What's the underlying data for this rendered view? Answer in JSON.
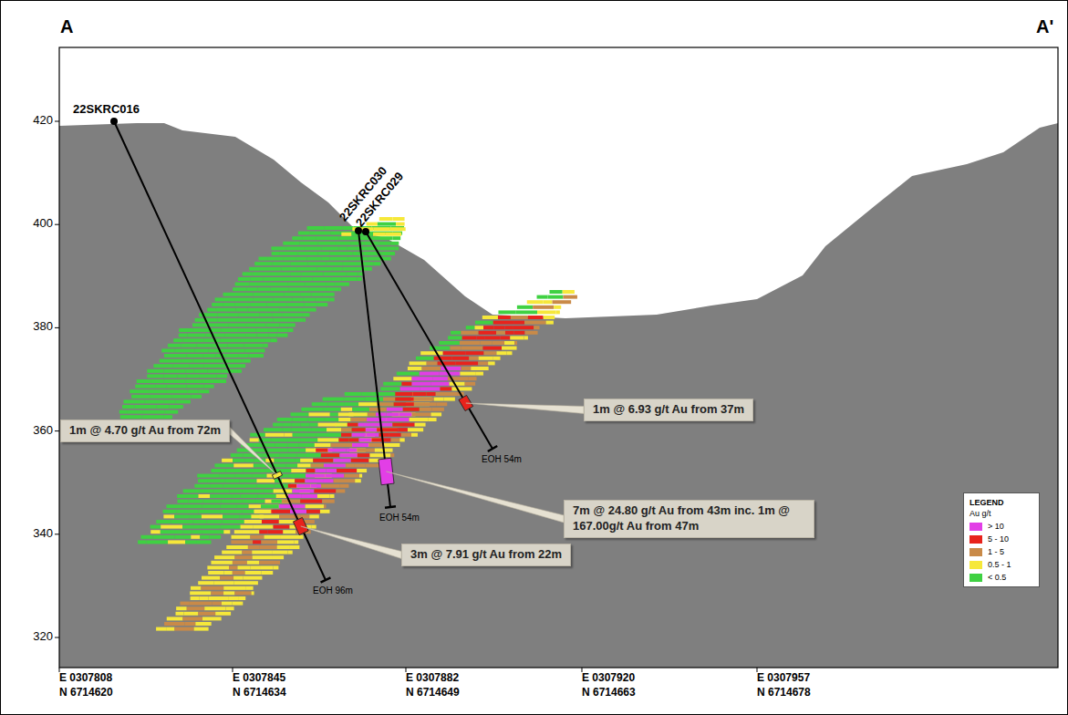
{
  "diagram": {
    "nodes": [
      {
        "text": [
          "1m @ 6.93 g/t Au from 37m"
        ]
      },
      {
        "text": [
          "1m @ 4.70 g/t Au from 72m"
        ]
      },
      {
        "text": [
          "7m @ 24.80 g/t Au from 43m inc. 1m @ 167.00g/t Au from 47m"
        ]
      },
      {
        "text": [
          "3m @ 7.91 g/t Au from 22m"
        ]
      }
    ],
    "labels": [
      "A",
      "A'",
      "420",
      "400",
      "380",
      "360",
      "340",
      "320",
      "E 0307808",
      "N 6714620",
      "E 0307845",
      "N 6714634",
      "E 0307882",
      "N 6714649",
      "E 0307920",
      "N 6714663",
      "E 0307957",
      "N 6714678",
      "22SKRC016",
      "22SKRC030",
      "22SKRC029",
      "EOH 96m",
      "EOH 54m",
      "EOH 54m",
      "LEGEND",
      "Au g/t"
    ],
    "legend": [
      {
        "text": "> 10",
        "color": "#e23ee6"
      },
      {
        "text": "5 - 10",
        "color": "#e8231c"
      },
      {
        "text": "1 - 5",
        "color": "#c98a48"
      },
      {
        "text": "0.5 - 1",
        "color": "#f6e83a"
      },
      {
        "text": "< 0.5",
        "color": "#3fd142"
      }
    ]
  }
}
